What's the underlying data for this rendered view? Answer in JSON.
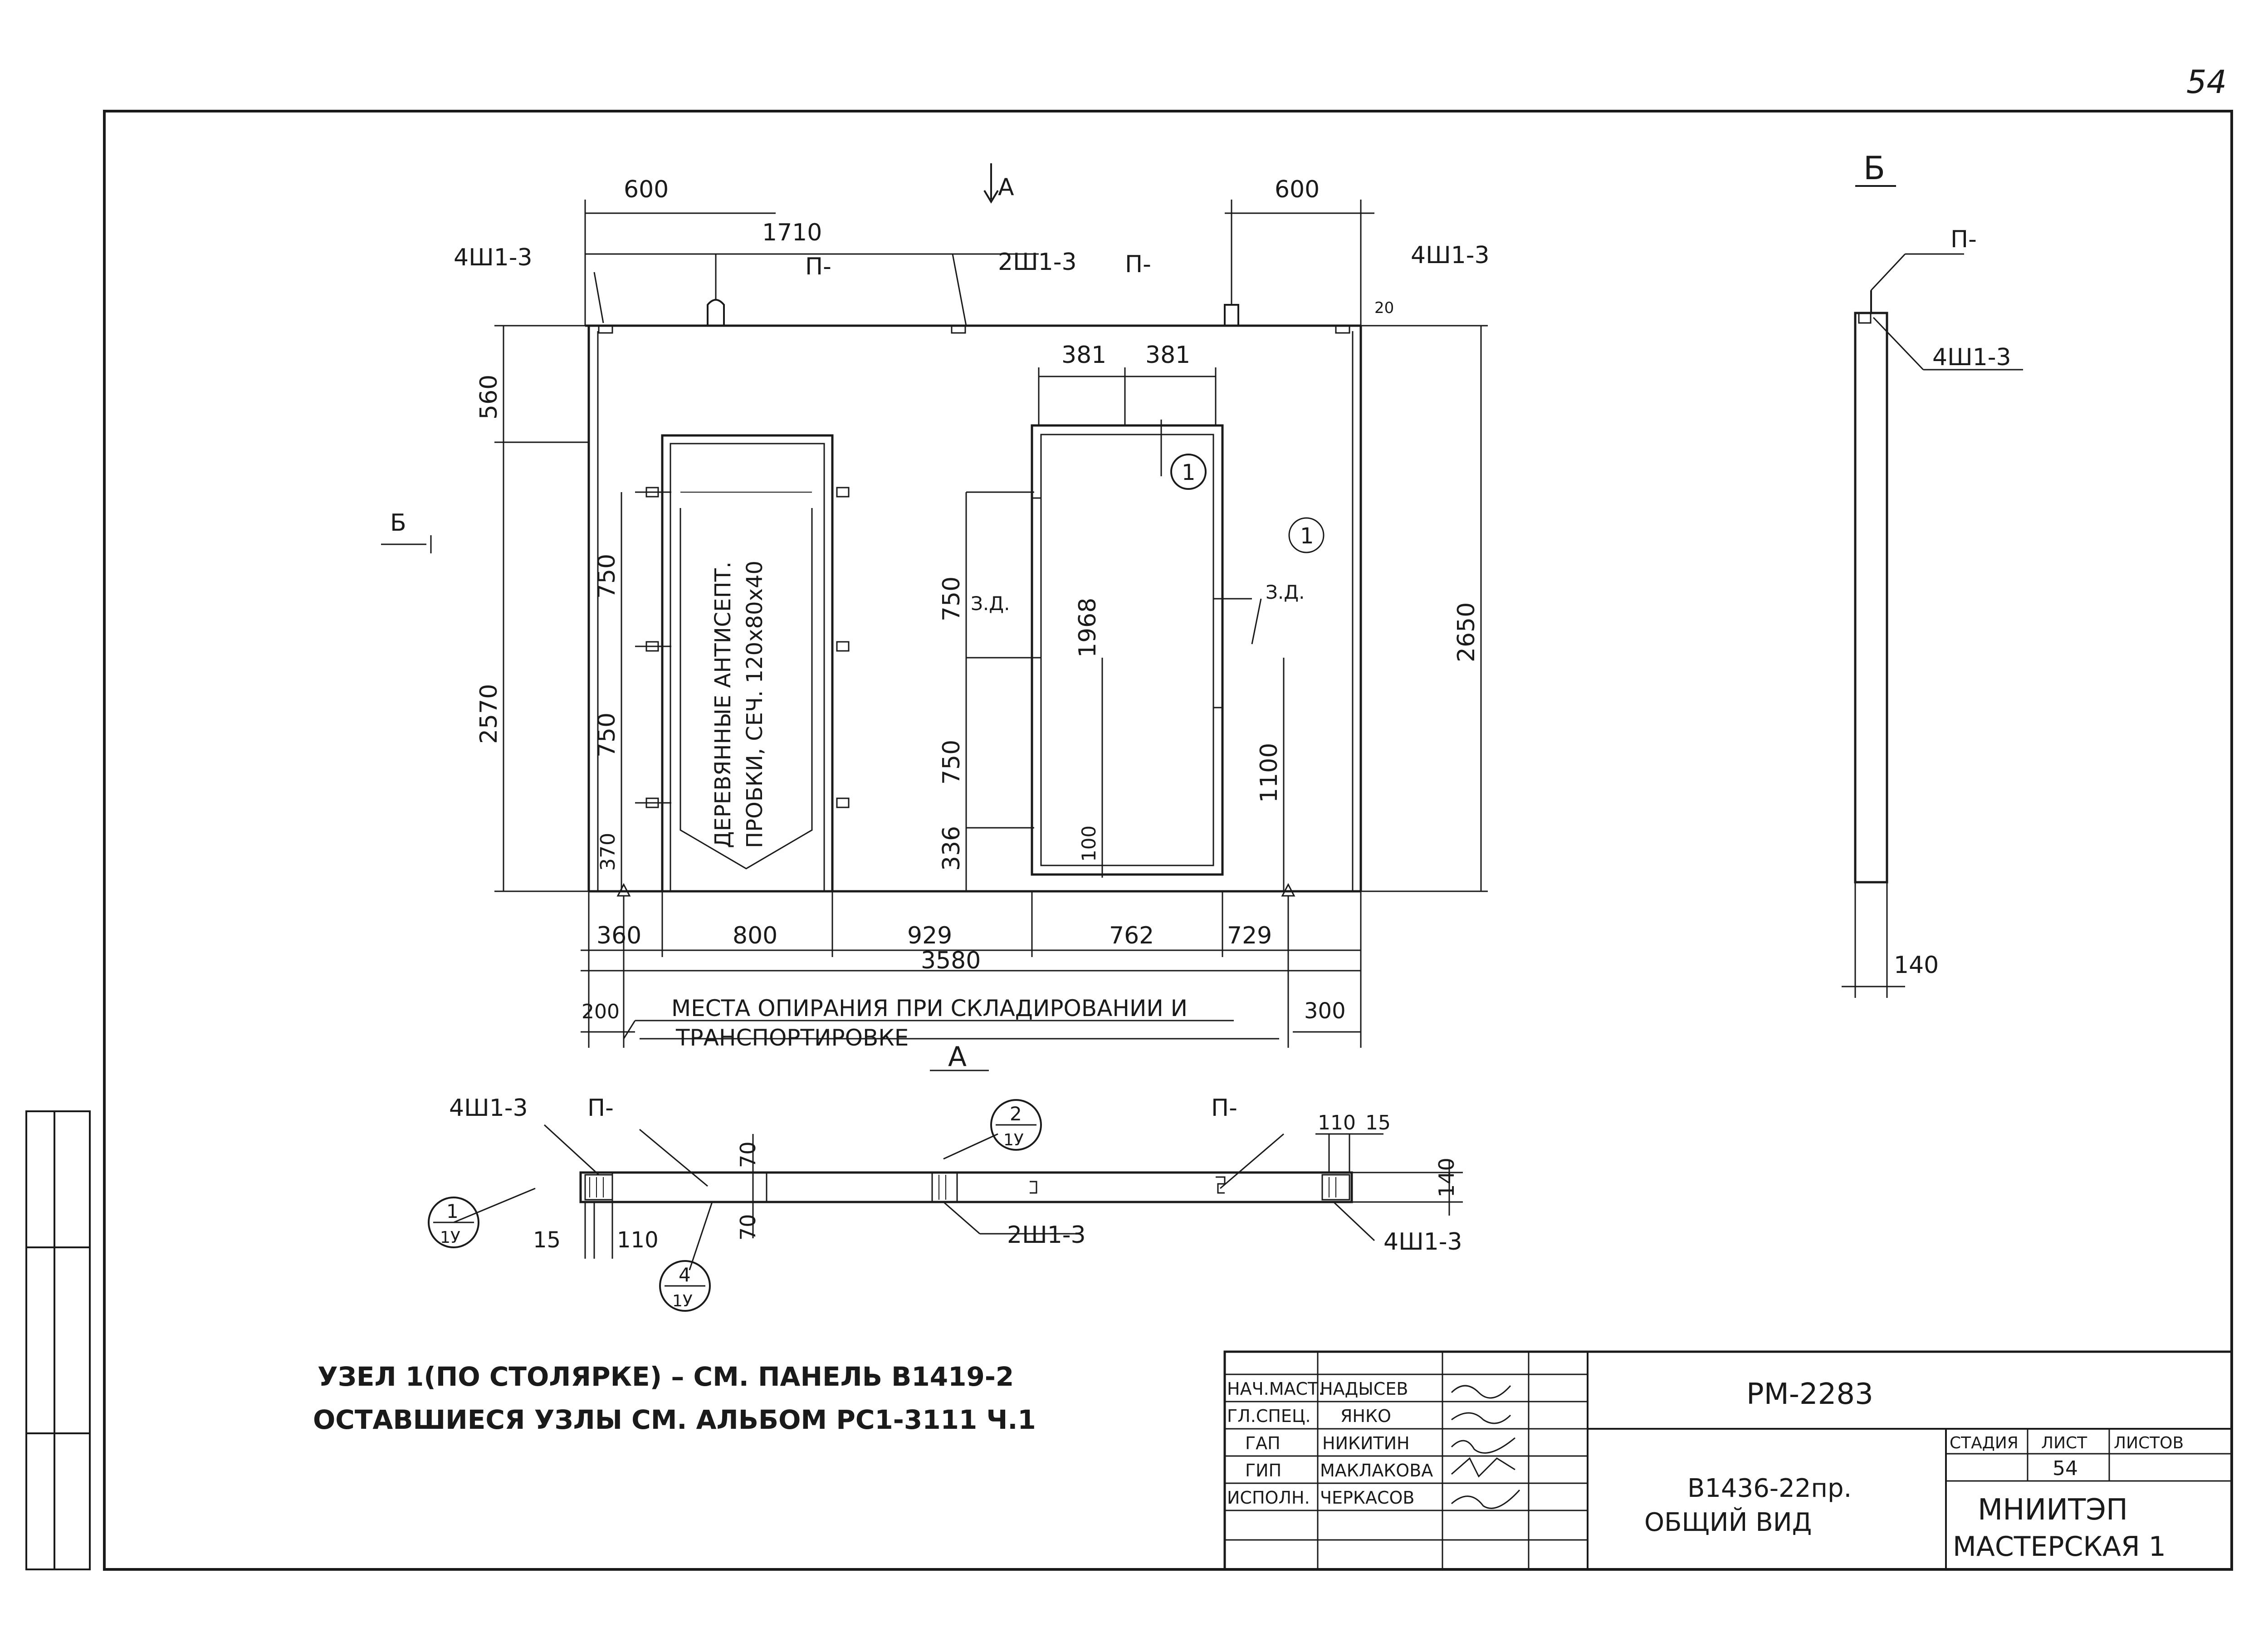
{
  "page_number": "54",
  "main_view": {
    "section_mark_top": "А",
    "section_mark_left": "Б",
    "section_label_bottom": "А",
    "dims_top": {
      "left_600": "600",
      "right_600": "600",
      "span_1710": "1710"
    },
    "callouts_top": {
      "left_4sh": "4Ш1-3",
      "mid_2sh": "2Ш1-3",
      "right_4sh": "4Ш1-3",
      "p_left": "П-",
      "p_right": "П-",
      "small_20": "20"
    },
    "dims_left": {
      "d560": "560",
      "d2570": "2570",
      "d750a": "750",
      "d750b": "750",
      "d370": "370"
    },
    "dims_right": {
      "d2650": "2650",
      "d1100": "1100"
    },
    "window": {
      "d381a": "381",
      "d381b": "381",
      "d1968": "1968",
      "d100": "100",
      "d750a": "750",
      "d750b": "750",
      "d336": "336",
      "zd_left": "З.Д.",
      "zd_right": "З.Д."
    },
    "door_note_1": "ДЕРЕВЯННЫЕ АНТИСЕПТ.",
    "door_note_2": "ПРОБКИ, СЕЧ. 120х80х40",
    "node_circle": "1",
    "dims_bottom": {
      "d360": "360",
      "d800": "800",
      "d929": "929",
      "d762": "762",
      "d729": "729",
      "d3580": "3580",
      "d200": "200",
      "d300": "300"
    },
    "support_note_1": "МЕСТА ОПИРАНИЯ ПРИ СКЛАДИРОВАНИИ И",
    "support_note_2": "ТРАНСПОРТИРОВКЕ"
  },
  "side_view": {
    "title": "Б",
    "p_label": "П-",
    "callout": "4Ш1-3",
    "d140": "140"
  },
  "plan_view": {
    "left_4sh": "4Ш1-3",
    "p_left": "П-",
    "p_right": "П-",
    "d70a": "70",
    "d70b": "70",
    "d110a": "110",
    "d15a": "15",
    "d110b": "110",
    "d15b": "15",
    "d140": "140",
    "sh2": "2Ш1-3",
    "sh4_right": "4Ш1-3",
    "node1_top": "1",
    "node1_bot": "1У",
    "node2_top": "2",
    "node2_bot": "1У",
    "node4_top": "4",
    "node4_bot": "1У"
  },
  "notes": {
    "line1": "УЗЕЛ 1(ПО СТОЛЯРКЕ) – СМ. ПАНЕЛЬ В1419-2",
    "line2": "ОСТАВШИЕСЯ УЗЛЫ СМ. АЛЬБОМ РС1-3111 Ч.1"
  },
  "title_block": {
    "roles": [
      "НАЧ.МАСТ.",
      "ГЛ.СПЕЦ.",
      "ГАП",
      "ГИП",
      "ИСПОЛН."
    ],
    "names": [
      "НАДЫСЕВ",
      "ЯНКО",
      "НИКИТИН",
      "МАКЛАКОВА",
      "ЧЕРКАСОВ"
    ],
    "doc_code": "РМ-2283",
    "product_code": "В1436-22пр.",
    "sheet_title": "ОБЩИЙ ВИД",
    "stage_header": "СТАДИЯ",
    "sheet_header": "ЛИСТ",
    "sheets_header": "ЛИСТОВ",
    "sheet_number": "54",
    "org_line1": "МНИИТЭП",
    "org_line2": "МАСТЕРСКАЯ 1"
  }
}
